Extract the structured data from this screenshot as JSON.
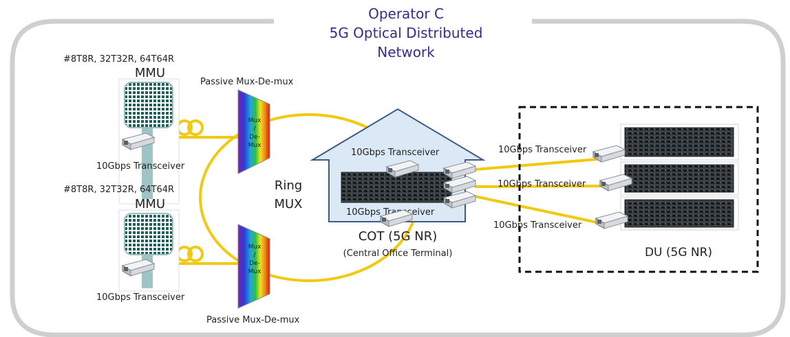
{
  "title": {
    "line1": "Operator C",
    "line2": "5G Optical Distributed",
    "line3": "Network"
  },
  "mmu_top": {
    "config": "#8T8R, 32T32R, 64T64R",
    "label": "MMU",
    "transceiver": "10Gbps Transceiver"
  },
  "mmu_bottom": {
    "config": "#8T8R, 32T32R, 64T64R",
    "label": "MMU",
    "transceiver": "10Gbps Transceiver"
  },
  "mux_top": {
    "caption": "Passive Mux-De-mux",
    "text": [
      "Mux",
      "/",
      "De-",
      "Mux"
    ]
  },
  "mux_bottom": {
    "caption": "Passive Mux-De-mux",
    "text": [
      "Mux",
      "/",
      "De-",
      "Mux"
    ]
  },
  "ring": {
    "line1": "Ring",
    "line2": "MUX"
  },
  "cot": {
    "transceiver_top": "10Gbps Transceiver",
    "transceiver_bottom": "10Gbps Transceiver",
    "label": "COT (5G NR)",
    "sublabel": "(Central Office Terminal)"
  },
  "du": {
    "label": "DU (5G NR)",
    "transceivers": [
      "10Gbps Transceiver",
      "10Gbps Transceiver",
      "10Gbps Transceiver"
    ]
  },
  "colors": {
    "fiber": "#f2c811",
    "title": "#3a2a8c",
    "house_fill": "#dbe8f5",
    "house_stroke": "#3d5a86",
    "outline": "#cfcfcf"
  }
}
